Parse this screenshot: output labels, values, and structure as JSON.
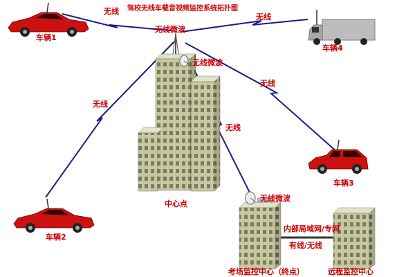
{
  "title": "驾校无线车载音视频监控系统拓扑图",
  "nodes": {
    "car1": "车辆1",
    "car2": "车辆2",
    "car3": "车辆3",
    "truck4": "车辆4",
    "center": "中心点",
    "exam_center": "考场监控中心（终点）",
    "remote_center": "远程监控中心"
  },
  "links": {
    "car1_wireless": "无线",
    "truck4_wireless": "无线",
    "car2_wireless": "无线",
    "car3_wireless": "无线",
    "center_to_car3_wireless": "无线",
    "top_microwave": "无线微波",
    "dish_microwave": "无线微波",
    "exam_microwave": "无线微波",
    "lan_private": "内部局域网/专网",
    "wired_wireless": "有线/无线"
  },
  "colors": {
    "label": "#cc0000",
    "link": "#1a1a8c",
    "building": "#c8c8a0",
    "car": "#cc1111"
  }
}
